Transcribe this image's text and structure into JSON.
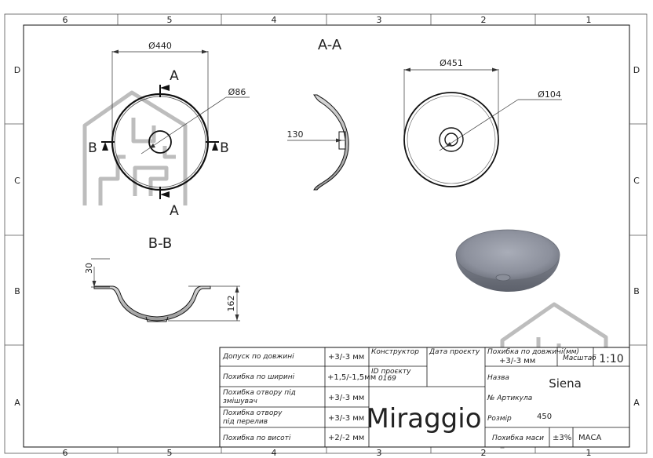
{
  "frame": {
    "columns_top": [
      "6",
      "5",
      "4",
      "3",
      "2",
      "1"
    ],
    "columns_bottom": [
      "6",
      "5",
      "4",
      "3",
      "2",
      "1"
    ],
    "rows_left": [
      "D",
      "C",
      "B",
      "A"
    ],
    "rows_right": [
      "D",
      "C",
      "B",
      "A"
    ]
  },
  "top_view": {
    "diameter_outer": "Ø440",
    "diameter_drain": "Ø86",
    "section_marks": [
      "A",
      "A",
      "B",
      "B"
    ]
  },
  "section_aa": {
    "title": "A-A",
    "height": "130"
  },
  "bottom_view": {
    "diameter_outer": "Ø451",
    "diameter_drain": "Ø104"
  },
  "section_bb": {
    "title": "B-B",
    "rim_height": "30",
    "total_height": "162"
  },
  "title_block": {
    "rows": [
      {
        "label": "Допуск по довжині",
        "value": "+3/-3 мм"
      },
      {
        "label": "Похибка по ширині",
        "value": "+1,5/-1,5мм"
      },
      {
        "label": "Похибка отвору під змішувач",
        "value": "+3/-3 мм"
      },
      {
        "label": "Похибка отвору під перелив",
        "value": "+3/-3 мм"
      },
      {
        "label": "Похибка по висоті",
        "value": "+2/-2 мм"
      }
    ],
    "constructor_label": "Конструктор",
    "date_label": "Дата проєкту",
    "project_id_label": "ID проєкту",
    "project_id_value": "0169",
    "brand": "Miraggio",
    "length_tol_label": "Похибка по довжині(мм)",
    "length_tol_value": "+3/-3 мм",
    "scale_label": "Масштаб",
    "scale_value": "1:10",
    "name_label": "Назва",
    "name_value": "Siena",
    "article_label": "№ Артикула",
    "size_label": "Розмір",
    "size_value": "450",
    "mass_tol_label": "Похибка маси",
    "mass_tol_value": "±3%",
    "material_value": "МАСА"
  }
}
